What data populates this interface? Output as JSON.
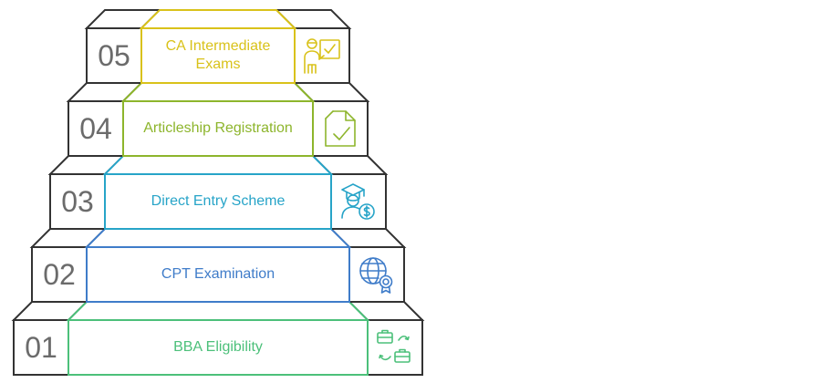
{
  "steps": [
    {
      "number": "01",
      "label": "BBA Eligibility",
      "color": "#4cc07a",
      "icon": "briefcase-swap-icon"
    },
    {
      "number": "02",
      "label": "CPT Examination",
      "color": "#3f7cc9",
      "icon": "globe-certificate-icon"
    },
    {
      "number": "03",
      "label": "Direct Entry Scheme",
      "color": "#27a4c8",
      "icon": "graduate-dollar-icon"
    },
    {
      "number": "04",
      "label": "Articleship Registration",
      "color": "#8db52c",
      "icon": "document-check-icon"
    },
    {
      "number": "05",
      "label": "CA Intermediate Exams",
      "color": "#d9c21a",
      "icon": "presenter-board-check-icon"
    }
  ]
}
